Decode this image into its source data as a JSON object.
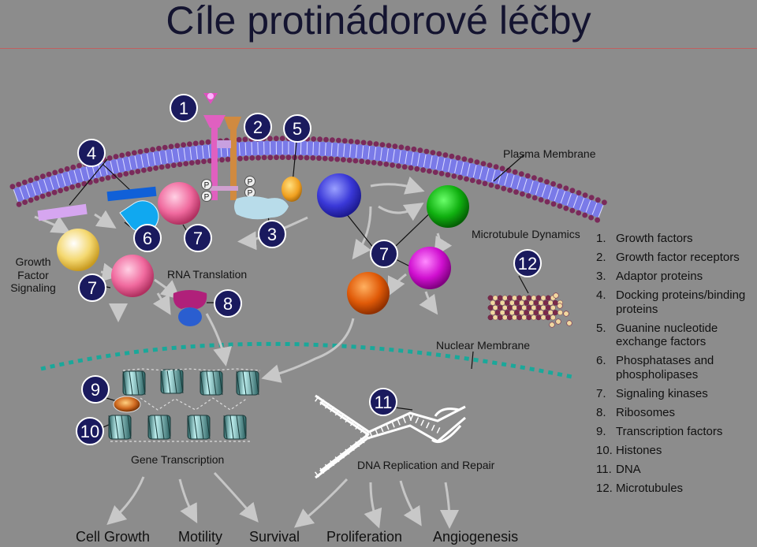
{
  "title": "Cíle protinádorové léčby",
  "labels": {
    "plasma_membrane": "Plasma Membrane",
    "microtubule_dynamics": "Microtubule Dynamics",
    "growth_factor_signaling": [
      "Growth",
      "Factor",
      "Signaling"
    ],
    "rna_translation": "RNA Translation",
    "nuclear_membrane": "Nuclear Membrane",
    "gene_transcription": "Gene Transcription",
    "dna_replication": "DNA Replication and Repair",
    "phospho": "P"
  },
  "markers": [
    {
      "num": "1"
    },
    {
      "num": "2"
    },
    {
      "num": "3"
    },
    {
      "num": "4"
    },
    {
      "num": "5"
    },
    {
      "num": "6"
    },
    {
      "num": "7"
    },
    {
      "num": "7"
    },
    {
      "num": "7"
    },
    {
      "num": "8"
    },
    {
      "num": "9"
    },
    {
      "num": "10"
    },
    {
      "num": "11"
    },
    {
      "num": "12"
    }
  ],
  "outcomes": [
    "Cell Growth",
    "Motility",
    "Survival",
    "Proliferation",
    "Angiogenesis"
  ],
  "legend": [
    {
      "num": "1.",
      "text": "Growth factors"
    },
    {
      "num": "2.",
      "text": "Growth factor receptors"
    },
    {
      "num": "3.",
      "text": "Adaptor proteins"
    },
    {
      "num": "4.",
      "text": "Docking proteins/binding proteins"
    },
    {
      "num": "5.",
      "text": "Guanine nucleotide exchange factors"
    },
    {
      "num": "6.",
      "text": "Phosphatases and phospholipases"
    },
    {
      "num": "7.",
      "text": "Signaling kinases"
    },
    {
      "num": "8.",
      "text": "Ribosomes"
    },
    {
      "num": "9.",
      "text": "Transcription factors"
    },
    {
      "num": "10.",
      "text": "Histones"
    },
    {
      "num": "11.",
      "text": "DNA"
    },
    {
      "num": "12.",
      "text": "Microtubules"
    }
  ],
  "colors": {
    "background": "#8c8c8c",
    "marker_fill": "#1a1a5e",
    "membrane_head": "#7a2a5a",
    "membrane_tail": "#7a7ae8",
    "nuclear_membrane": "#1aa89a"
  }
}
